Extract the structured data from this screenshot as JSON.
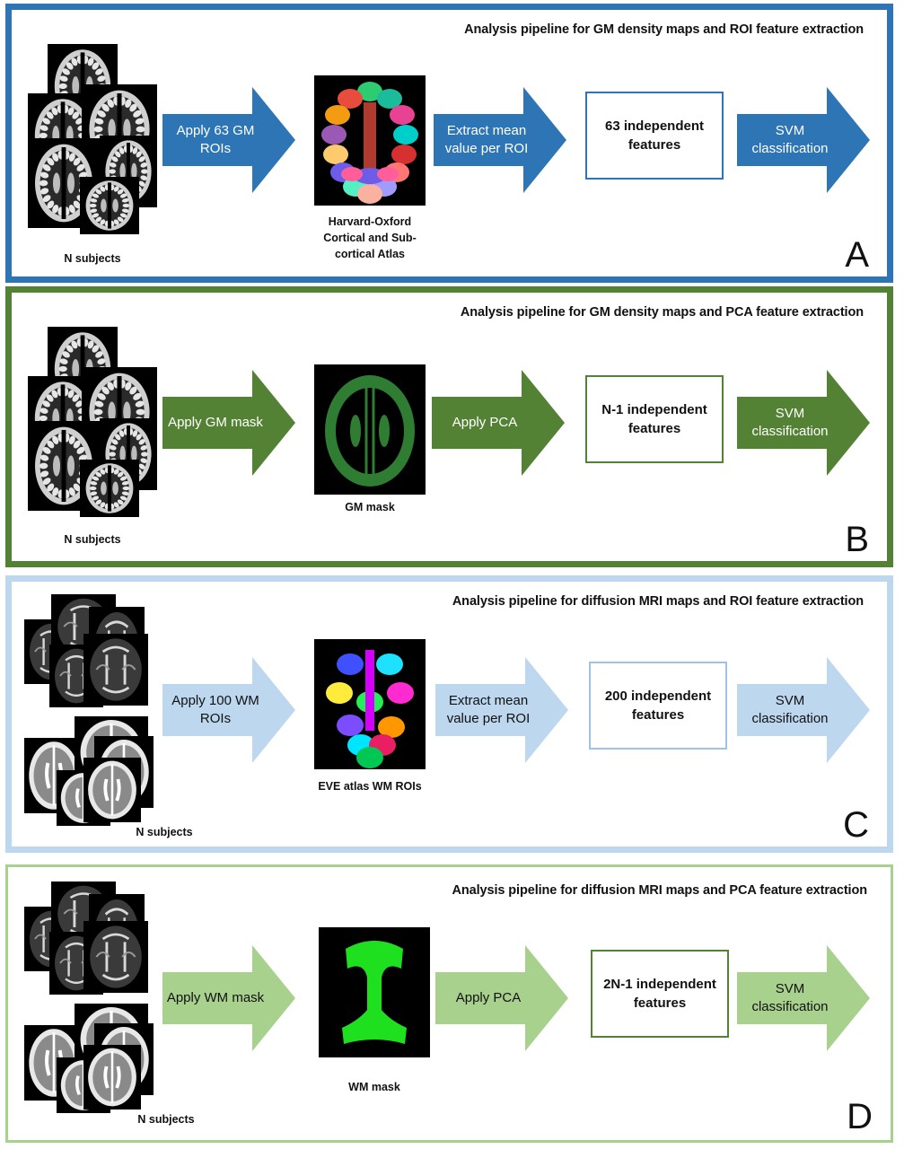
{
  "panels": [
    {
      "letter": "A",
      "title": "Analysis pipeline for GM density maps and ROI feature extraction",
      "border_color": "#2e75b6",
      "arrow_color": "#2e75b6",
      "arrow_text_color": "#ffffff",
      "step1": "Apply 63 GM ROIs",
      "atlas_caption": "Harvard-Oxford Cortical and Sub-cortical Atlas",
      "step2": "Extract mean value per ROI",
      "features": "63 independent features",
      "step3": "SVM classification",
      "subjects": "N subjects"
    },
    {
      "letter": "B",
      "title": "Analysis pipeline for GM density maps and PCA feature extraction",
      "border_color": "#548235",
      "arrow_color": "#548235",
      "arrow_text_color": "#ffffff",
      "step1": "Apply GM mask",
      "atlas_caption": "GM mask",
      "step2": "Apply PCA",
      "features": "N-1 independent features",
      "step3": "SVM classification",
      "subjects": "N subjects"
    },
    {
      "letter": "C",
      "title": "Analysis pipeline for diffusion MRI maps and ROI feature extraction",
      "border_color": "#bdd7ee",
      "arrow_color": "#bdd7ee",
      "arrow_text_color": "#111111",
      "step1": "Apply 100 WM ROIs",
      "atlas_caption": "EVE atlas WM ROIs",
      "step2": "Extract mean value per ROI",
      "features": "200 independent features",
      "step3": "SVM classification",
      "subjects": "N subjects"
    },
    {
      "letter": "D",
      "title": "Analysis pipeline for diffusion MRI maps and PCA feature extraction",
      "border_color": "#a9d18e",
      "arrow_color": "#a9d18e",
      "arrow_text_color": "#111111",
      "step1": "Apply WM mask",
      "atlas_caption": "WM mask",
      "step2": "Apply PCA",
      "features": "2N-1 independent features",
      "step3": "SVM classification",
      "subjects": "N subjects"
    }
  ]
}
